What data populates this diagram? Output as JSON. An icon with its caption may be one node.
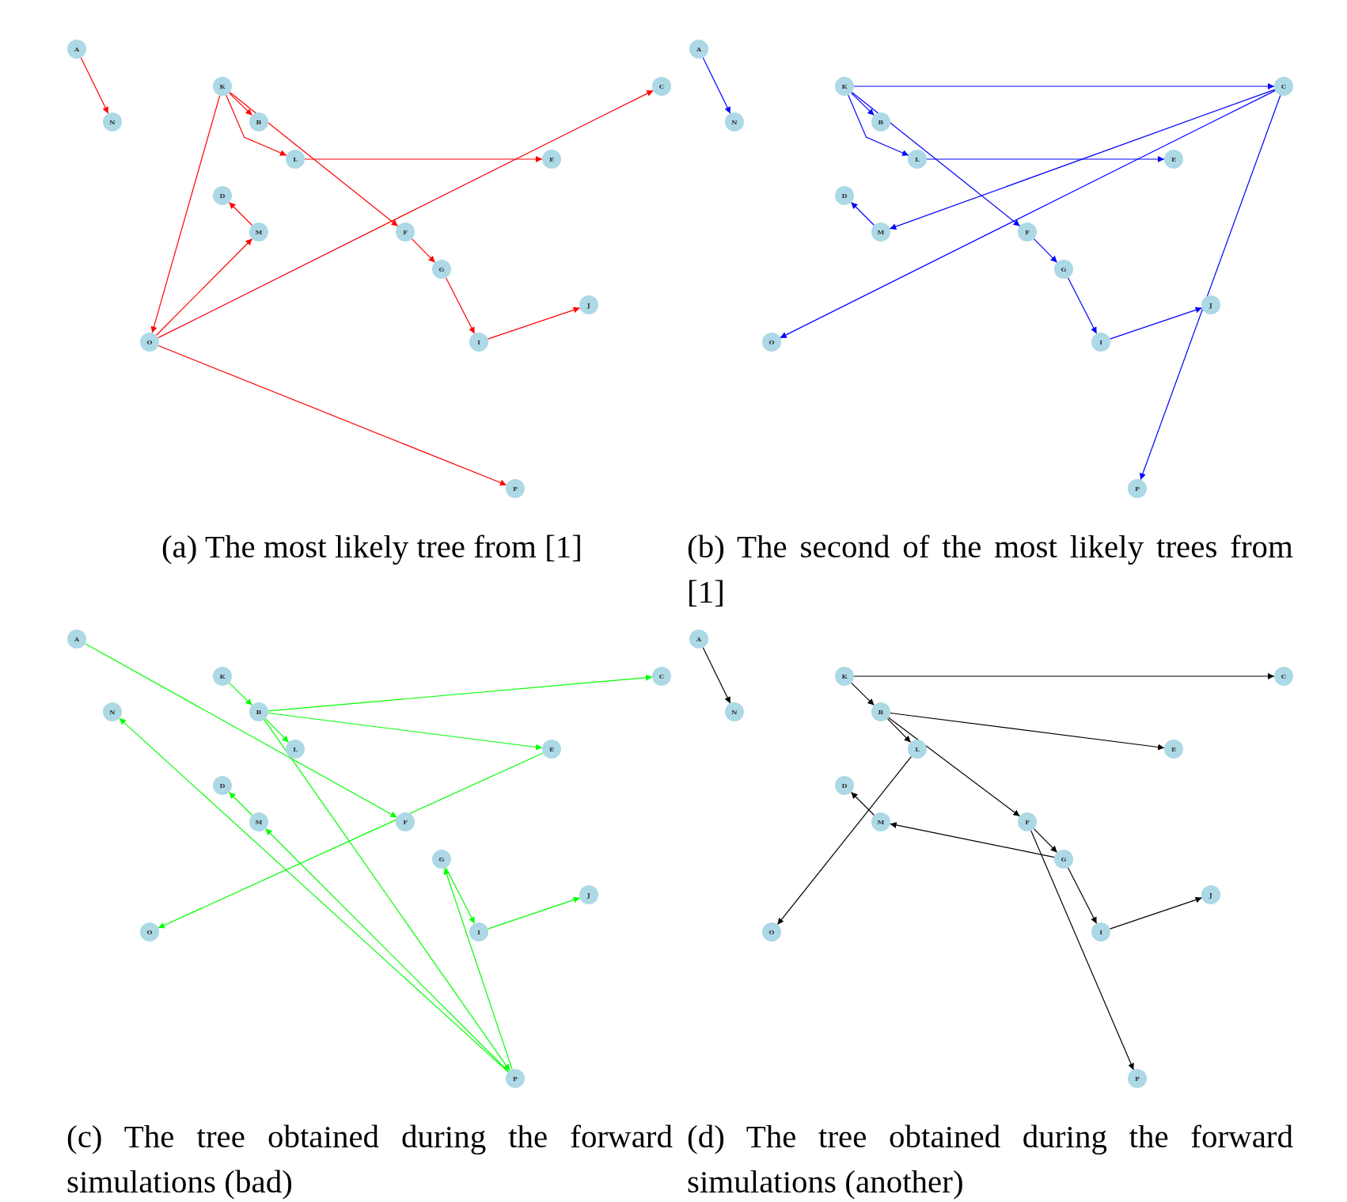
{
  "diagram": {
    "nodes": [
      {
        "text": [
          "A"
        ]
      },
      {
        "text": [
          "K"
        ]
      },
      {
        "text": [
          "C"
        ]
      },
      {
        "text": [
          "N"
        ]
      },
      {
        "text": [
          "B"
        ]
      },
      {
        "text": [
          "L"
        ]
      },
      {
        "text": [
          "E"
        ]
      },
      {
        "text": [
          "D"
        ]
      },
      {
        "text": [
          "M"
        ]
      },
      {
        "text": [
          "F"
        ]
      },
      {
        "text": [
          "G"
        ]
      },
      {
        "text": [
          "J"
        ]
      },
      {
        "text": [
          "O"
        ]
      },
      {
        "text": [
          "I"
        ]
      },
      {
        "text": [
          "P"
        ]
      },
      {
        "text": [
          "A"
        ]
      },
      {
        "text": [
          "K"
        ]
      },
      {
        "text": [
          "C"
        ]
      },
      {
        "text": [
          "N"
        ]
      },
      {
        "text": [
          "B"
        ]
      },
      {
        "text": [
          "L"
        ]
      },
      {
        "text": [
          "E"
        ]
      },
      {
        "text": [
          "D"
        ]
      },
      {
        "text": [
          "M"
        ]
      },
      {
        "text": [
          "F"
        ]
      },
      {
        "text": [
          "G"
        ]
      },
      {
        "text": [
          "J"
        ]
      },
      {
        "text": [
          "O"
        ]
      },
      {
        "text": [
          "I"
        ]
      },
      {
        "text": [
          "P"
        ]
      },
      {
        "text": [
          "A"
        ]
      },
      {
        "text": [
          "K"
        ]
      },
      {
        "text": [
          "C"
        ]
      },
      {
        "text": [
          "N"
        ]
      },
      {
        "text": [
          "B"
        ]
      },
      {
        "text": [
          "L"
        ]
      },
      {
        "text": [
          "E"
        ]
      },
      {
        "text": [
          "D"
        ]
      },
      {
        "text": [
          "M"
        ]
      },
      {
        "text": [
          "F"
        ]
      },
      {
        "text": [
          "G"
        ]
      },
      {
        "text": [
          "J"
        ]
      },
      {
        "text": [
          "O"
        ]
      },
      {
        "text": [
          "I"
        ]
      },
      {
        "text": [
          "P"
        ]
      },
      {
        "text": [
          "A"
        ]
      },
      {
        "text": [
          "K"
        ]
      },
      {
        "text": [
          "C"
        ]
      },
      {
        "text": [
          "N"
        ]
      },
      {
        "text": [
          "B"
        ]
      },
      {
        "text": [
          "L"
        ]
      },
      {
        "text": [
          "E"
        ]
      },
      {
        "text": [
          "D"
        ]
      },
      {
        "text": [
          "M"
        ]
      },
      {
        "text": [
          "F"
        ]
      },
      {
        "text": [
          "G"
        ]
      },
      {
        "text": [
          "J"
        ]
      },
      {
        "text": [
          "O"
        ]
      },
      {
        "text": [
          "I"
        ]
      },
      {
        "text": [
          "P"
        ]
      }
    ],
    "edges": [
      {
        "from": 0,
        "to": 3,
        "arrow": "to",
        "color": "#ff0000"
      },
      {
        "from": 1,
        "to": 4,
        "arrow": "to",
        "color": "#ff0000"
      },
      {
        "from": 1,
        "to": 5,
        "arrow": "to",
        "color": "#ff0000"
      },
      {
        "from": 1,
        "to": 9,
        "arrow": "to",
        "color": "#ff0000"
      },
      {
        "from": 1,
        "to": 12,
        "arrow": "to",
        "color": "#ff0000"
      },
      {
        "from": 5,
        "to": 6,
        "arrow": "to",
        "color": "#ff0000"
      },
      {
        "from": 8,
        "to": 7,
        "arrow": "to",
        "color": "#ff0000"
      },
      {
        "from": 12,
        "to": 8,
        "arrow": "to",
        "color": "#ff0000"
      },
      {
        "from": 12,
        "to": 2,
        "arrow": "to",
        "color": "#ff0000"
      },
      {
        "from": 12,
        "to": 14,
        "arrow": "to",
        "color": "#ff0000"
      },
      {
        "from": 9,
        "to": 10,
        "arrow": "to",
        "color": "#ff0000"
      },
      {
        "from": 10,
        "to": 13,
        "arrow": "to",
        "color": "#ff0000"
      },
      {
        "from": 13,
        "to": 11,
        "arrow": "to",
        "color": "#ff0000"
      },
      {
        "from": 15,
        "to": 18,
        "arrow": "to",
        "color": "#0000ff"
      },
      {
        "from": 16,
        "to": 17,
        "arrow": "to",
        "color": "#0000ff"
      },
      {
        "from": 16,
        "to": 19,
        "arrow": "to",
        "color": "#0000ff"
      },
      {
        "from": 16,
        "to": 20,
        "arrow": "to",
        "color": "#0000ff"
      },
      {
        "from": 16,
        "to": 24,
        "arrow": "to",
        "color": "#0000ff"
      },
      {
        "from": 20,
        "to": 21,
        "arrow": "to",
        "color": "#0000ff"
      },
      {
        "from": 23,
        "to": 22,
        "arrow": "to",
        "color": "#0000ff"
      },
      {
        "from": 17,
        "to": 23,
        "arrow": "to",
        "color": "#0000ff"
      },
      {
        "from": 17,
        "to": 27,
        "arrow": "to",
        "color": "#0000ff"
      },
      {
        "from": 17,
        "to": 29,
        "arrow": "to",
        "color": "#0000ff"
      },
      {
        "from": 24,
        "to": 25,
        "arrow": "to",
        "color": "#0000ff"
      },
      {
        "from": 25,
        "to": 28,
        "arrow": "to",
        "color": "#0000ff"
      },
      {
        "from": 28,
        "to": 26,
        "arrow": "to",
        "color": "#0000ff"
      },
      {
        "from": 30,
        "to": 39,
        "arrow": "to",
        "color": "#00ff00"
      },
      {
        "from": 31,
        "to": 34,
        "arrow": "to",
        "color": "#00ff00"
      },
      {
        "from": 34,
        "to": 32,
        "arrow": "to",
        "color": "#00ff00"
      },
      {
        "from": 34,
        "to": 35,
        "arrow": "to",
        "color": "#00ff00"
      },
      {
        "from": 34,
        "to": 36,
        "arrow": "to",
        "color": "#00ff00"
      },
      {
        "from": 34,
        "to": 44,
        "arrow": "to",
        "color": "#00ff00"
      },
      {
        "from": 44,
        "to": 33,
        "arrow": "to",
        "color": "#00ff00"
      },
      {
        "from": 44,
        "to": 38,
        "arrow": "to",
        "color": "#00ff00"
      },
      {
        "from": 44,
        "to": 40,
        "arrow": "to",
        "color": "#00ff00"
      },
      {
        "from": 40,
        "to": 43,
        "arrow": "to",
        "color": "#00ff00"
      },
      {
        "from": 43,
        "to": 41,
        "arrow": "to",
        "color": "#00ff00"
      },
      {
        "from": 36,
        "to": 42,
        "arrow": "to",
        "color": "#00ff00"
      },
      {
        "from": 38,
        "to": 37,
        "arrow": "to",
        "color": "#00ff00"
      },
      {
        "from": 45,
        "to": 48,
        "arrow": "to",
        "color": "#000000"
      },
      {
        "from": 46,
        "to": 47,
        "arrow": "to",
        "color": "#000000"
      },
      {
        "from": 46,
        "to": 49,
        "arrow": "to",
        "color": "#000000"
      },
      {
        "from": 49,
        "to": 51,
        "arrow": "to",
        "color": "#000000"
      },
      {
        "from": 49,
        "to": 50,
        "arrow": "to",
        "color": "#000000"
      },
      {
        "from": 49,
        "to": 54,
        "arrow": "to",
        "color": "#000000"
      },
      {
        "from": 50,
        "to": 57,
        "arrow": "to",
        "color": "#000000"
      },
      {
        "from": 54,
        "to": 55,
        "arrow": "to",
        "color": "#000000"
      },
      {
        "from": 54,
        "to": 59,
        "arrow": "to",
        "color": "#000000"
      },
      {
        "from": 55,
        "to": 53,
        "arrow": "to",
        "color": "#000000"
      },
      {
        "from": 55,
        "to": 58,
        "arrow": "to",
        "color": "#000000"
      },
      {
        "from": 53,
        "to": 52,
        "arrow": "to",
        "color": "#000000"
      },
      {
        "from": 58,
        "to": 56,
        "arrow": "to",
        "color": "#000000"
      }
    ],
    "labels": [
      "(a) The most likely tree from [1]",
      "(b) The second of the most likely trees from [1]",
      "(c) The tree obtained during the forward simulations (bad)",
      "(d) The tree obtained during the forward simulations (another)"
    ]
  }
}
